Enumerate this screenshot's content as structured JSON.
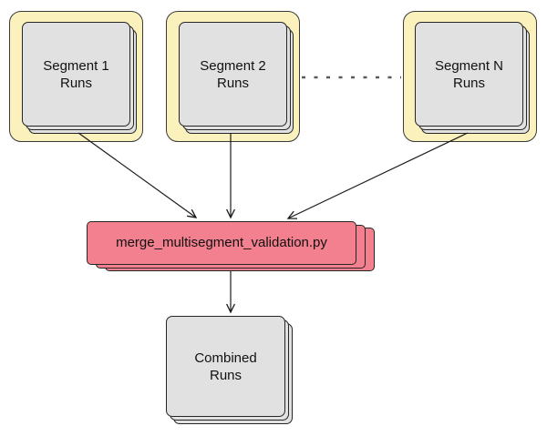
{
  "colors": {
    "background": "#FFFFFF",
    "segment_group_fill": "#FAF1BC",
    "runs_fill": "#E1E1E1",
    "script_fill": "#F3808F",
    "stroke": "#1A1A1A",
    "dotted_connector": "#5A5A5A"
  },
  "nodes": {
    "segment1": {
      "line1": "Segment 1",
      "line2": "Runs"
    },
    "segment2": {
      "line1": "Segment 2",
      "line2": "Runs"
    },
    "segmentN": {
      "line1": "Segment N",
      "line2": "Runs"
    },
    "merge_script": {
      "label": "merge_multisegment_validation.py"
    },
    "combined": {
      "line1": "Combined",
      "line2": "Runs"
    }
  },
  "connections": {
    "segment1_to_merge": "Segment 1 Runs -> merge_multisegment_validation.py",
    "segment2_to_merge": "Segment 2 Runs -> merge_multisegment_validation.py",
    "segmentN_to_merge": "Segment N Runs -> merge_multisegment_validation.py",
    "merge_to_combined": "merge_multisegment_validation.py -> Combined Runs",
    "ellipsis": "Segment 2 Runs ... Segment N Runs"
  }
}
